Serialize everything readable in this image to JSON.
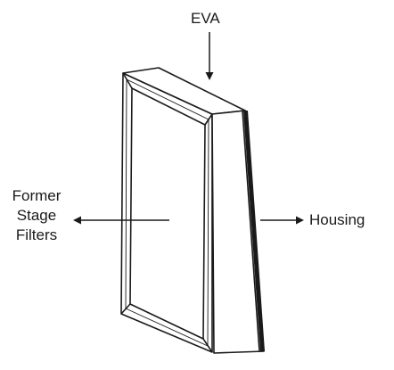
{
  "labels": {
    "top": "EVA",
    "right": "Housing",
    "left_lines": [
      "Former",
      "Stage",
      "Filters"
    ]
  },
  "colors": {
    "stroke": "#1a1a1a",
    "background": "#ffffff"
  }
}
